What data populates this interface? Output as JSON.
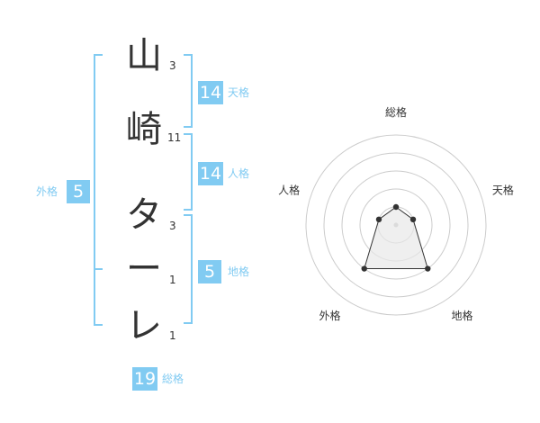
{
  "name_chars": [
    {
      "char": "山",
      "strokes": "3"
    },
    {
      "char": "崎",
      "strokes": "11"
    },
    {
      "char": "タ",
      "strokes": "3"
    },
    {
      "char": "ー",
      "strokes": "1"
    },
    {
      "char": "レ",
      "strokes": "1"
    }
  ],
  "fortune": {
    "tenkaku": {
      "value": "14",
      "label": "天格"
    },
    "jinkaku": {
      "value": "14",
      "label": "人格"
    },
    "chikaku": {
      "value": "5",
      "label": "地格"
    },
    "gaikaku": {
      "value": "5",
      "label": "外格"
    },
    "soukaku": {
      "value": "19",
      "label": "総格"
    }
  },
  "chart_data": {
    "type": "radar",
    "axes": [
      "総格",
      "天格",
      "地格",
      "外格",
      "人格"
    ],
    "values": [
      1,
      1,
      3,
      3,
      1
    ],
    "max": 5,
    "rings": 5,
    "grid": true,
    "colors": {
      "fill": "#e8e8e8",
      "stroke": "#333333",
      "ring": "#cccccc"
    }
  }
}
